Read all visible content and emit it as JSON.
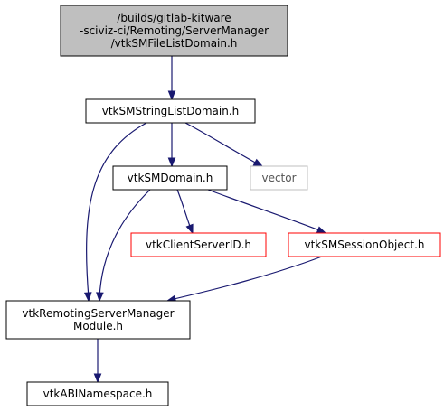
{
  "colors": {
    "edge": "#191970",
    "root_fill": "#bfbfbf",
    "normal_border": "#000000",
    "external_border": "#bfbfbf",
    "truncated_border": "#ff0000",
    "text_default": "#000000",
    "text_external": "#555555"
  },
  "nodes": {
    "root": {
      "lines": [
        "/builds/gitlab-kitware",
        "-sciviz-ci/Remoting/ServerManager",
        "/vtkSMFileListDomain.h"
      ],
      "kind": "root"
    },
    "string_list_domain": {
      "lines": [
        "vtkSMStringListDomain.h"
      ],
      "kind": "normal"
    },
    "domain": {
      "lines": [
        "vtkSMDomain.h"
      ],
      "kind": "normal"
    },
    "vector": {
      "lines": [
        "vector"
      ],
      "kind": "external"
    },
    "client_server_id": {
      "lines": [
        "vtkClientServerID.h"
      ],
      "kind": "truncated"
    },
    "session_object": {
      "lines": [
        "vtkSMSessionObject.h"
      ],
      "kind": "truncated"
    },
    "server_manager_module": {
      "lines": [
        "vtkRemotingServerManager",
        "Module.h"
      ],
      "kind": "normal"
    },
    "abi_namespace": {
      "lines": [
        "vtkABINamespace.h"
      ],
      "kind": "normal"
    }
  },
  "edges": [
    {
      "from": "root",
      "to": "string_list_domain"
    },
    {
      "from": "string_list_domain",
      "to": "domain"
    },
    {
      "from": "string_list_domain",
      "to": "vector"
    },
    {
      "from": "string_list_domain",
      "to": "server_manager_module"
    },
    {
      "from": "domain",
      "to": "client_server_id"
    },
    {
      "from": "domain",
      "to": "session_object"
    },
    {
      "from": "domain",
      "to": "server_manager_module"
    },
    {
      "from": "session_object",
      "to": "server_manager_module"
    },
    {
      "from": "server_manager_module",
      "to": "abi_namespace"
    }
  ]
}
